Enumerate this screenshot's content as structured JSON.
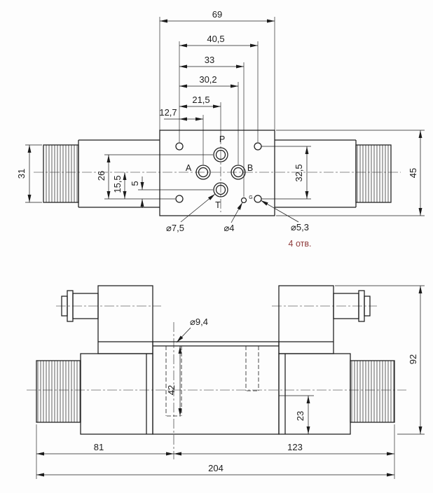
{
  "colors": {
    "line": "#1c1c1c",
    "note_text": "#8f3b3b",
    "background": "#fdfdfd"
  },
  "top_view": {
    "port_labels": {
      "p": "P",
      "a": "A",
      "b": "B",
      "t": "T",
      "g": "G"
    },
    "dims": {
      "plate_width": "69",
      "holes_span_x": "40,5",
      "gauge_x": "33",
      "port_b_x": "30,2",
      "port_p_x": "21,5",
      "port_a_x": "12,7",
      "nut_height": "31",
      "port_p_y": "26",
      "ports_ab_y": "15,5",
      "port_t_y": "5",
      "holes_span_y": "32,5",
      "body_height": "45",
      "main_port_dia": "⌀7,5",
      "gauge_port_dia": "⌀4",
      "fixing_hole_dia": "⌀5,3",
      "fixing_hole_note": "4 отв."
    }
  },
  "front_view": {
    "dims": {
      "hole_dia": "⌀9,4",
      "hole_depth": "42",
      "port_height": "23",
      "total_height": "92",
      "left_offset": "81",
      "right_offset": "123",
      "total_width": "204"
    }
  }
}
